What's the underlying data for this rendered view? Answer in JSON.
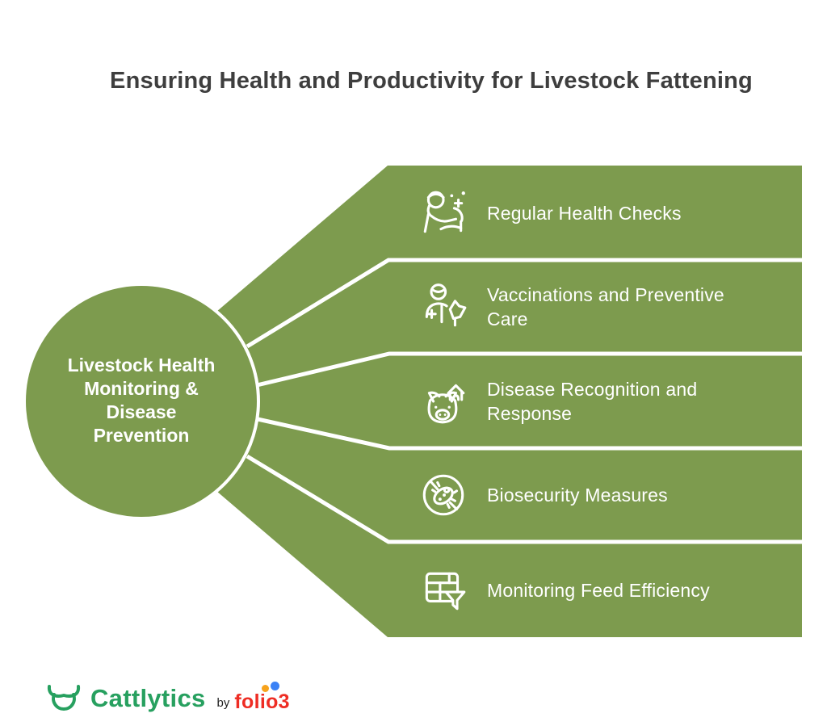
{
  "title": "Ensuring Health and Productivity for Livestock Fattening",
  "center": {
    "label": "Livestock Health Monitoring & Disease Prevention"
  },
  "items": [
    {
      "label": "Regular Health Checks",
      "icon": "health-check-icon"
    },
    {
      "label": "Vaccinations and Preventive Care",
      "icon": "vaccination-care-icon"
    },
    {
      "label": "Disease Recognition and Response",
      "icon": "pig-house-icon"
    },
    {
      "label": "Biosecurity Measures",
      "icon": "no-bacteria-icon"
    },
    {
      "label": "Monitoring Feed Efficiency",
      "icon": "feed-table-funnel-icon"
    }
  ],
  "footer": {
    "brand": "Cattlytics",
    "by": "by",
    "partner": "folio3"
  },
  "colors": {
    "fan_green": "#7d9b4e",
    "title_gray": "#3e3e3e",
    "text_white": "#ffffff",
    "brand_green": "#27a05f",
    "folio_red": "#ee2d24",
    "dot_orange": "#f7a31c",
    "dot_blue": "#3b82f6"
  }
}
